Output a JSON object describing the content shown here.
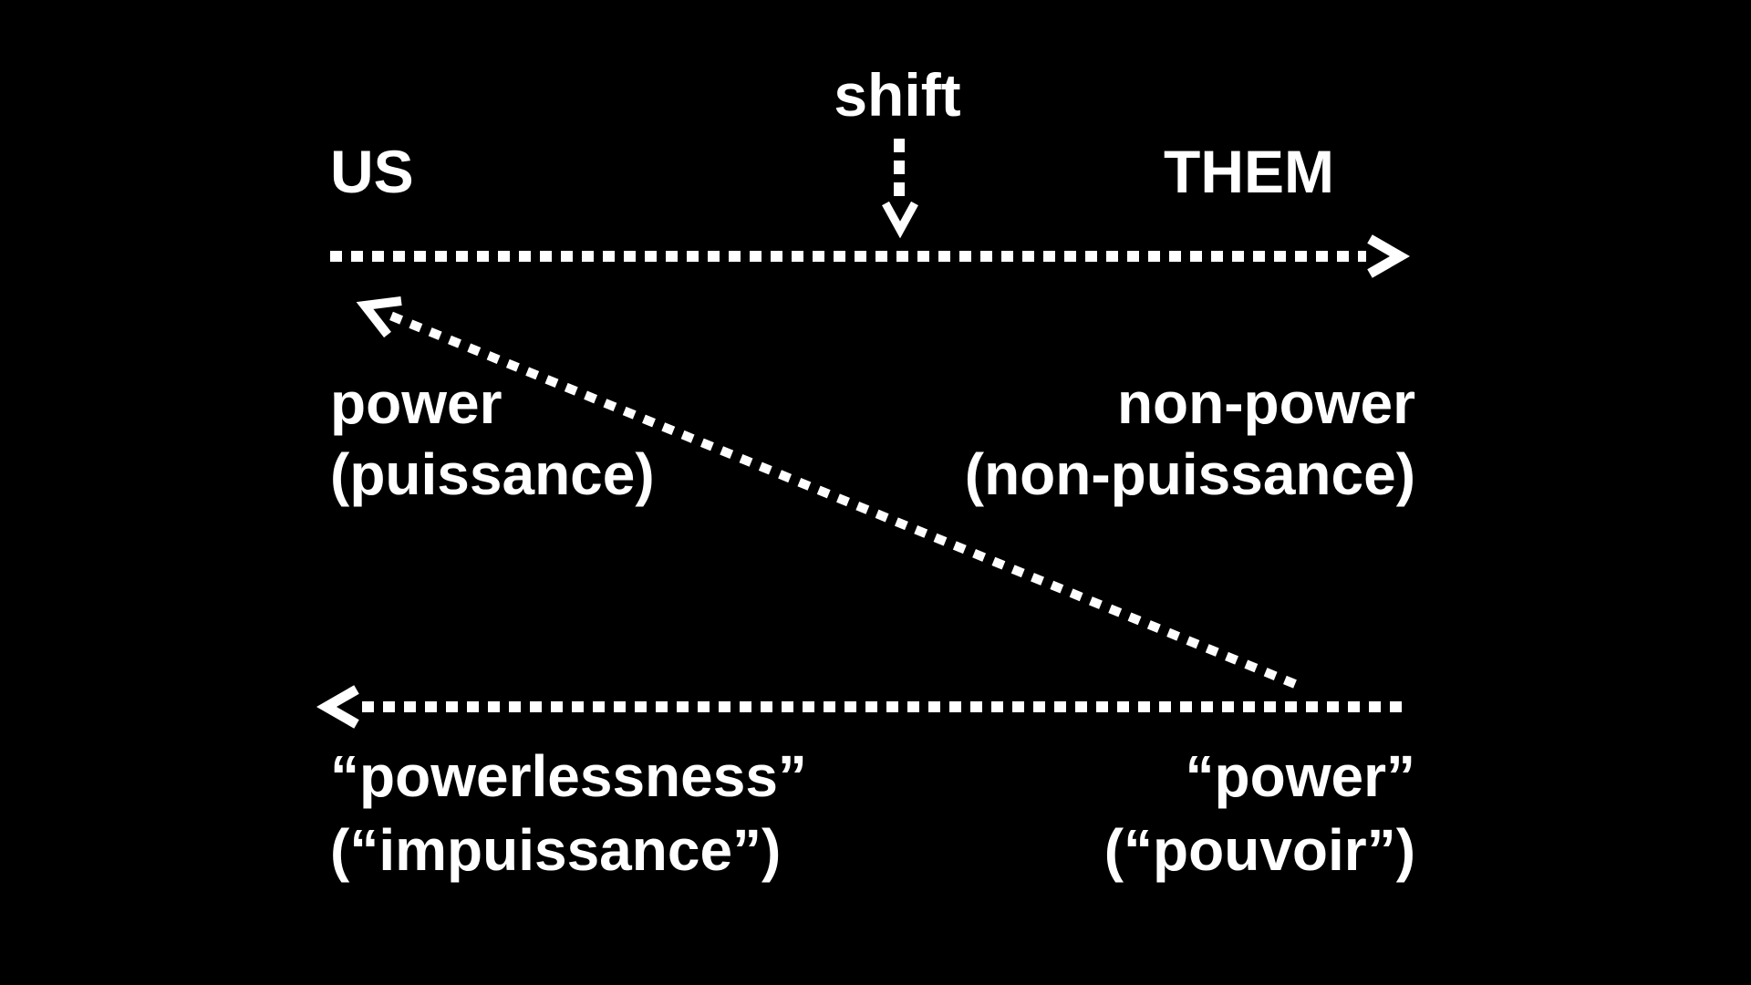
{
  "colors": {
    "background": "#000000",
    "foreground": "#ffffff"
  },
  "diagram": {
    "shift": {
      "label": "shift"
    },
    "top_axis": {
      "left": "US",
      "right": "THEM"
    },
    "middle_row": {
      "left": {
        "line1": "power",
        "line2": "(puissance)"
      },
      "right": {
        "line1": "non-power",
        "line2": "(non-puissance)"
      }
    },
    "bottom_row": {
      "left": {
        "line1": "“powerlessness”",
        "line2": "(“impuissance”)"
      },
      "right": {
        "line1": "“power”",
        "line2": "(“pouvoir”)"
      }
    },
    "arrows": {
      "shift_arrow": "dashed-down-arrow",
      "us_to_them_arrow": "dashed-right-arrow",
      "diagonal_return_arrow": "dashed-up-left-arrow",
      "bottom_leftward_arrow": "dashed-left-arrow"
    }
  }
}
